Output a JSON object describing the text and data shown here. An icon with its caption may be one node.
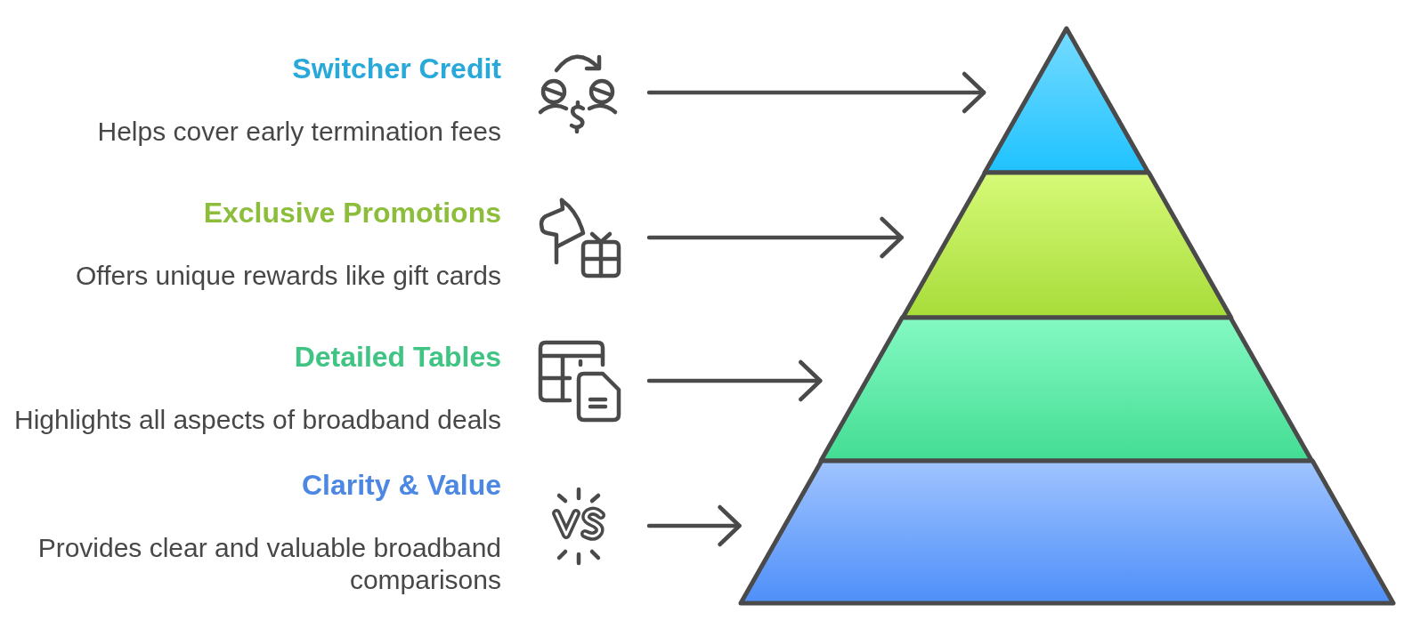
{
  "diagram": {
    "nodes": [
      {
        "text": [
          "Switcher Credit",
          "Helps cover early termination fees"
        ]
      },
      {
        "text": [
          "Exclusive Promotions",
          "Offers unique rewards like gift cards"
        ]
      },
      {
        "text": [
          "Detailed Tables",
          "Highlights all aspects of broadband deals"
        ]
      },
      {
        "text": [
          "Clarity & Value",
          "Provides clear and valuable broadband comparisons"
        ]
      },
      {
        "text": [],
        "shape": "triangle"
      },
      {
        "text": [],
        "shape": "trapezoid"
      },
      {
        "text": [],
        "shape": "trapezoid"
      },
      {
        "text": [],
        "shape": "trapezoid"
      }
    ],
    "edges": [
      {
        "from": 0,
        "to": 4,
        "arrow": "to"
      },
      {
        "from": 1,
        "to": 5,
        "arrow": "to"
      },
      {
        "from": 2,
        "to": 6,
        "arrow": "to"
      },
      {
        "from": 3,
        "to": 7,
        "arrow": "to"
      }
    ]
  }
}
